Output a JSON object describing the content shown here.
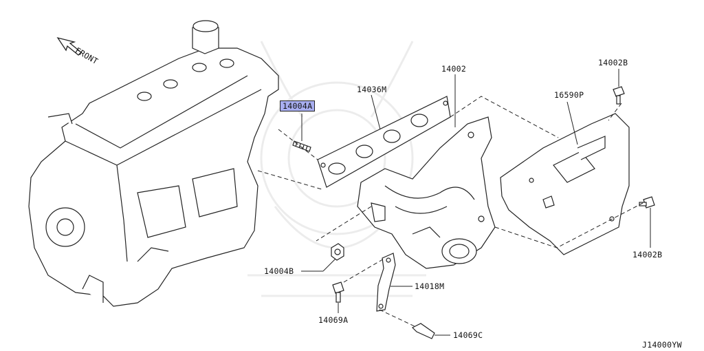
{
  "front_label": "FRONT",
  "diagram_code": "J14000YW",
  "parts": [
    {
      "id": "14004A",
      "highlighted": true
    },
    {
      "id": "14036M"
    },
    {
      "id": "14002"
    },
    {
      "id": "14002B"
    },
    {
      "id": "16590P"
    },
    {
      "id": "14002B"
    },
    {
      "id": "14004B"
    },
    {
      "id": "14018M"
    },
    {
      "id": "14069A"
    },
    {
      "id": "14069C"
    }
  ],
  "colors": {
    "highlight": "#a8aef0",
    "line": "#222222"
  }
}
